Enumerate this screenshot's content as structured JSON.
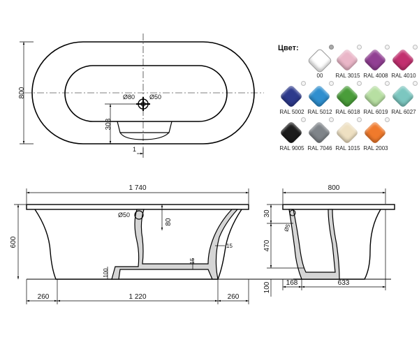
{
  "top_view": {
    "width_label": "800",
    "depth_label": "303",
    "drain_label": "Ø80",
    "overflow_label": "Ø50",
    "section_mark": "1"
  },
  "front_view": {
    "length_label": "1 740",
    "height_label": "600",
    "overflow_label": "Ø50",
    "rim_label": "80",
    "wall_label": "15",
    "floor_label": "15",
    "foot_label": "100",
    "left_label": "260",
    "middle_label": "1 220",
    "right_label": "260"
  },
  "side_view": {
    "width_label": "800",
    "rim_label": "30",
    "inner_label": "470",
    "base_label": "100",
    "wall_label": "Ø5",
    "left_label": "168",
    "right_label": "633"
  },
  "palette": {
    "title": "Цвет:",
    "swatches": [
      {
        "code": "00",
        "color": "#ffffff",
        "selected": true
      },
      {
        "code": "RAL 3015",
        "color": "#eab6c8",
        "selected": false
      },
      {
        "code": "RAL 4008",
        "color": "#913f93",
        "selected": false
      },
      {
        "code": "RAL 4010",
        "color": "#c2306f",
        "selected": false
      },
      {
        "code": "RAL 5002",
        "color": "#2d3a8c",
        "selected": false
      },
      {
        "code": "RAL 5012",
        "color": "#2f8fcf",
        "selected": false
      },
      {
        "code": "RAL 6018",
        "color": "#4a9d3a",
        "selected": false
      },
      {
        "code": "RAL 6019",
        "color": "#b7dfa2",
        "selected": false
      },
      {
        "code": "RAL 6027",
        "color": "#7cc7c0",
        "selected": false
      },
      {
        "code": "RAL 9005",
        "color": "#1c1c1c",
        "selected": false
      },
      {
        "code": "RAL 7046",
        "color": "#7f8489",
        "selected": false
      },
      {
        "code": "RAL 1015",
        "color": "#eee0c2",
        "selected": false
      },
      {
        "code": "RAL 2003",
        "color": "#f07a2c",
        "selected": false
      }
    ]
  }
}
